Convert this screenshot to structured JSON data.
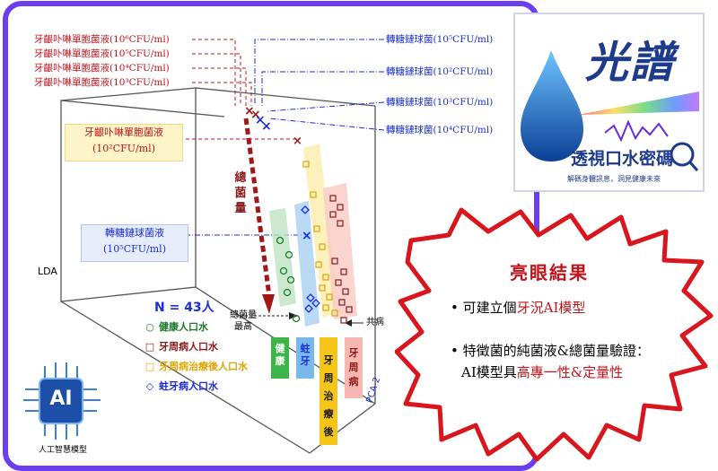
{
  "diagram": {
    "axes": {
      "lda": "LDA",
      "pca2": "PCA-2"
    },
    "total_bacteria": {
      "label": "總\n菌\n量",
      "note": "總菌量\n最高"
    },
    "comorbid_label": "共病",
    "n_label": "N = 43人",
    "pg_labels": [
      "牙齦卟啉單胞菌液(10⁶CFU/ml)",
      "牙齦卟啉單胞菌液(10⁵CFU/ml)",
      "牙齦卟啉單胞菌液(10⁴CFU/ml)",
      "牙齦卟啉單胞菌液(10³CFU/ml)"
    ],
    "sm_labels": [
      "轉糖鏈球菌(10⁵CFU/ml)",
      "轉糖鏈球菌(10²CFU/ml)",
      "轉糖鏈球菌(10³CFU/ml)",
      "轉糖鏈球菌(10⁴CFU/ml)"
    ],
    "pg_box": {
      "line1": "牙齦卟啉單胞菌液",
      "line2": "(10²CFU/ml)"
    },
    "sm_box": {
      "line1": "轉糖鏈球菌液",
      "line2": "(10⁵CFU/ml)"
    },
    "legend": [
      {
        "glyph": "○",
        "label": "健康人口水",
        "color": "#1b7a2a"
      },
      {
        "glyph": "□",
        "label": "牙周病人口水",
        "color": "#8b1a1a"
      },
      {
        "glyph": "□",
        "label": "牙周病治療後人口水",
        "color": "#e2a400"
      },
      {
        "glyph": "◇",
        "label": "蛀牙病人口水",
        "color": "#1a2fd6"
      }
    ],
    "group_labels": [
      {
        "text": "健\n康",
        "color": "#ffffff",
        "bg": "#3bb54a"
      },
      {
        "text": "蛀\n牙",
        "color": "#1a2fd6",
        "bg": "#7ab8ea"
      },
      {
        "text": "牙\n周\n治\n療\n後",
        "color": "#1b1b1b",
        "bg": "#f5c518"
      },
      {
        "text": "牙\n周\n病",
        "color": "#8b1a1a",
        "bg": "#f6b8b0"
      }
    ]
  },
  "ai_badge": {
    "text": "AI",
    "caption": "人工智慧模型"
  },
  "logo": {
    "title": "光譜",
    "subtitle": "透視口水密碼",
    "tagline": "解碼身體訊息，洞見健康未來"
  },
  "results": {
    "heading": "亮眼結果",
    "bullet1_prefix": "可建立個",
    "bullet1_highlight": "牙況AI模型",
    "bullet2_line1": "特徵菌的純菌液&總菌量驗證：",
    "bullet2_prefix": "AI模型具",
    "bullet2_highlight": "高專一性&定量性"
  },
  "colors": {
    "frame": "#6d3df0",
    "accent_red": "#c0141b",
    "accent_blue": "#1a2fd6"
  }
}
